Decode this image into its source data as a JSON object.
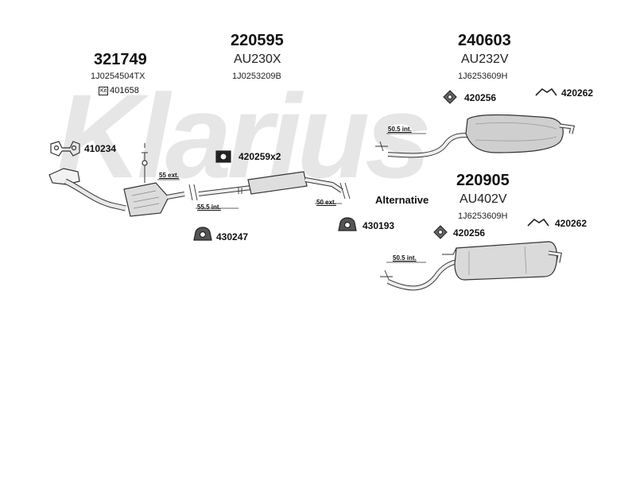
{
  "watermark": "Klarius",
  "groups": [
    {
      "id": "321749",
      "oe": "1J0254504TX",
      "kit_badge": "Kit",
      "kit": "401658"
    },
    {
      "id": "220595",
      "code": "AU230X",
      "oe": "1J0253209B"
    },
    {
      "id": "240603",
      "code": "AU232V",
      "oe": "1J6253609H"
    },
    {
      "id": "220905",
      "code": "AU402V",
      "oe": "1J6253609H",
      "label": "Alternative"
    }
  ],
  "parts": {
    "p410234": "410234",
    "p420259": "420259x2",
    "p430247": "430247",
    "p430193": "430193",
    "p420256a": "420256",
    "p420262a": "420262",
    "p420256b": "420256",
    "p420262b": "420262"
  },
  "dimensions": {
    "d55ext": "55 ext.",
    "d55int": "55.5 int.",
    "d50ext": "50 ext.",
    "d505a": "50.5 int.",
    "d505b": "50.5 int."
  }
}
